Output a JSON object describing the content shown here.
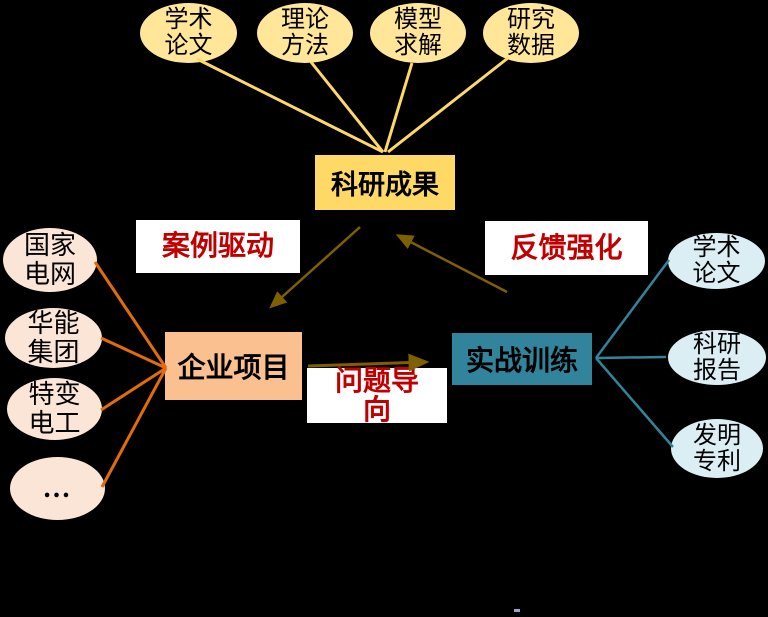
{
  "diagram": {
    "background": "#000000",
    "center": {
      "label": "科研成果",
      "fill": "#FFD966"
    },
    "left": {
      "label": "企业项目",
      "fill": "#FAC090"
    },
    "right": {
      "label": "实战训练",
      "fill": "#31849B"
    },
    "top_sources": {
      "fill": "#FFE699",
      "line_color": "#FFD966",
      "items": [
        {
          "label": "学术\n论文"
        },
        {
          "label": "理论\n方法"
        },
        {
          "label": "模型\n求解"
        },
        {
          "label": "研究\n数据"
        }
      ]
    },
    "left_sources": {
      "fill": "#FBE5D6",
      "line_color": "#E36C0A",
      "items": [
        {
          "label": "国家\n电网"
        },
        {
          "label": "华能\n集团"
        },
        {
          "label": "特变\n电工"
        },
        {
          "label": "…"
        }
      ]
    },
    "right_outputs": {
      "fill": "#DBEEF3",
      "line_color": "#31849B",
      "items": [
        {
          "label": "学术\n论文"
        },
        {
          "label": "科研\n报告"
        },
        {
          "label": "发明\n专利"
        }
      ]
    },
    "flow_labels": {
      "color": "#C00000",
      "case_driven": "案例驱动",
      "feedback_reinforce": "反馈强化",
      "problem_oriented": "问题导\n向"
    },
    "arrow_color": "#7F6000"
  }
}
